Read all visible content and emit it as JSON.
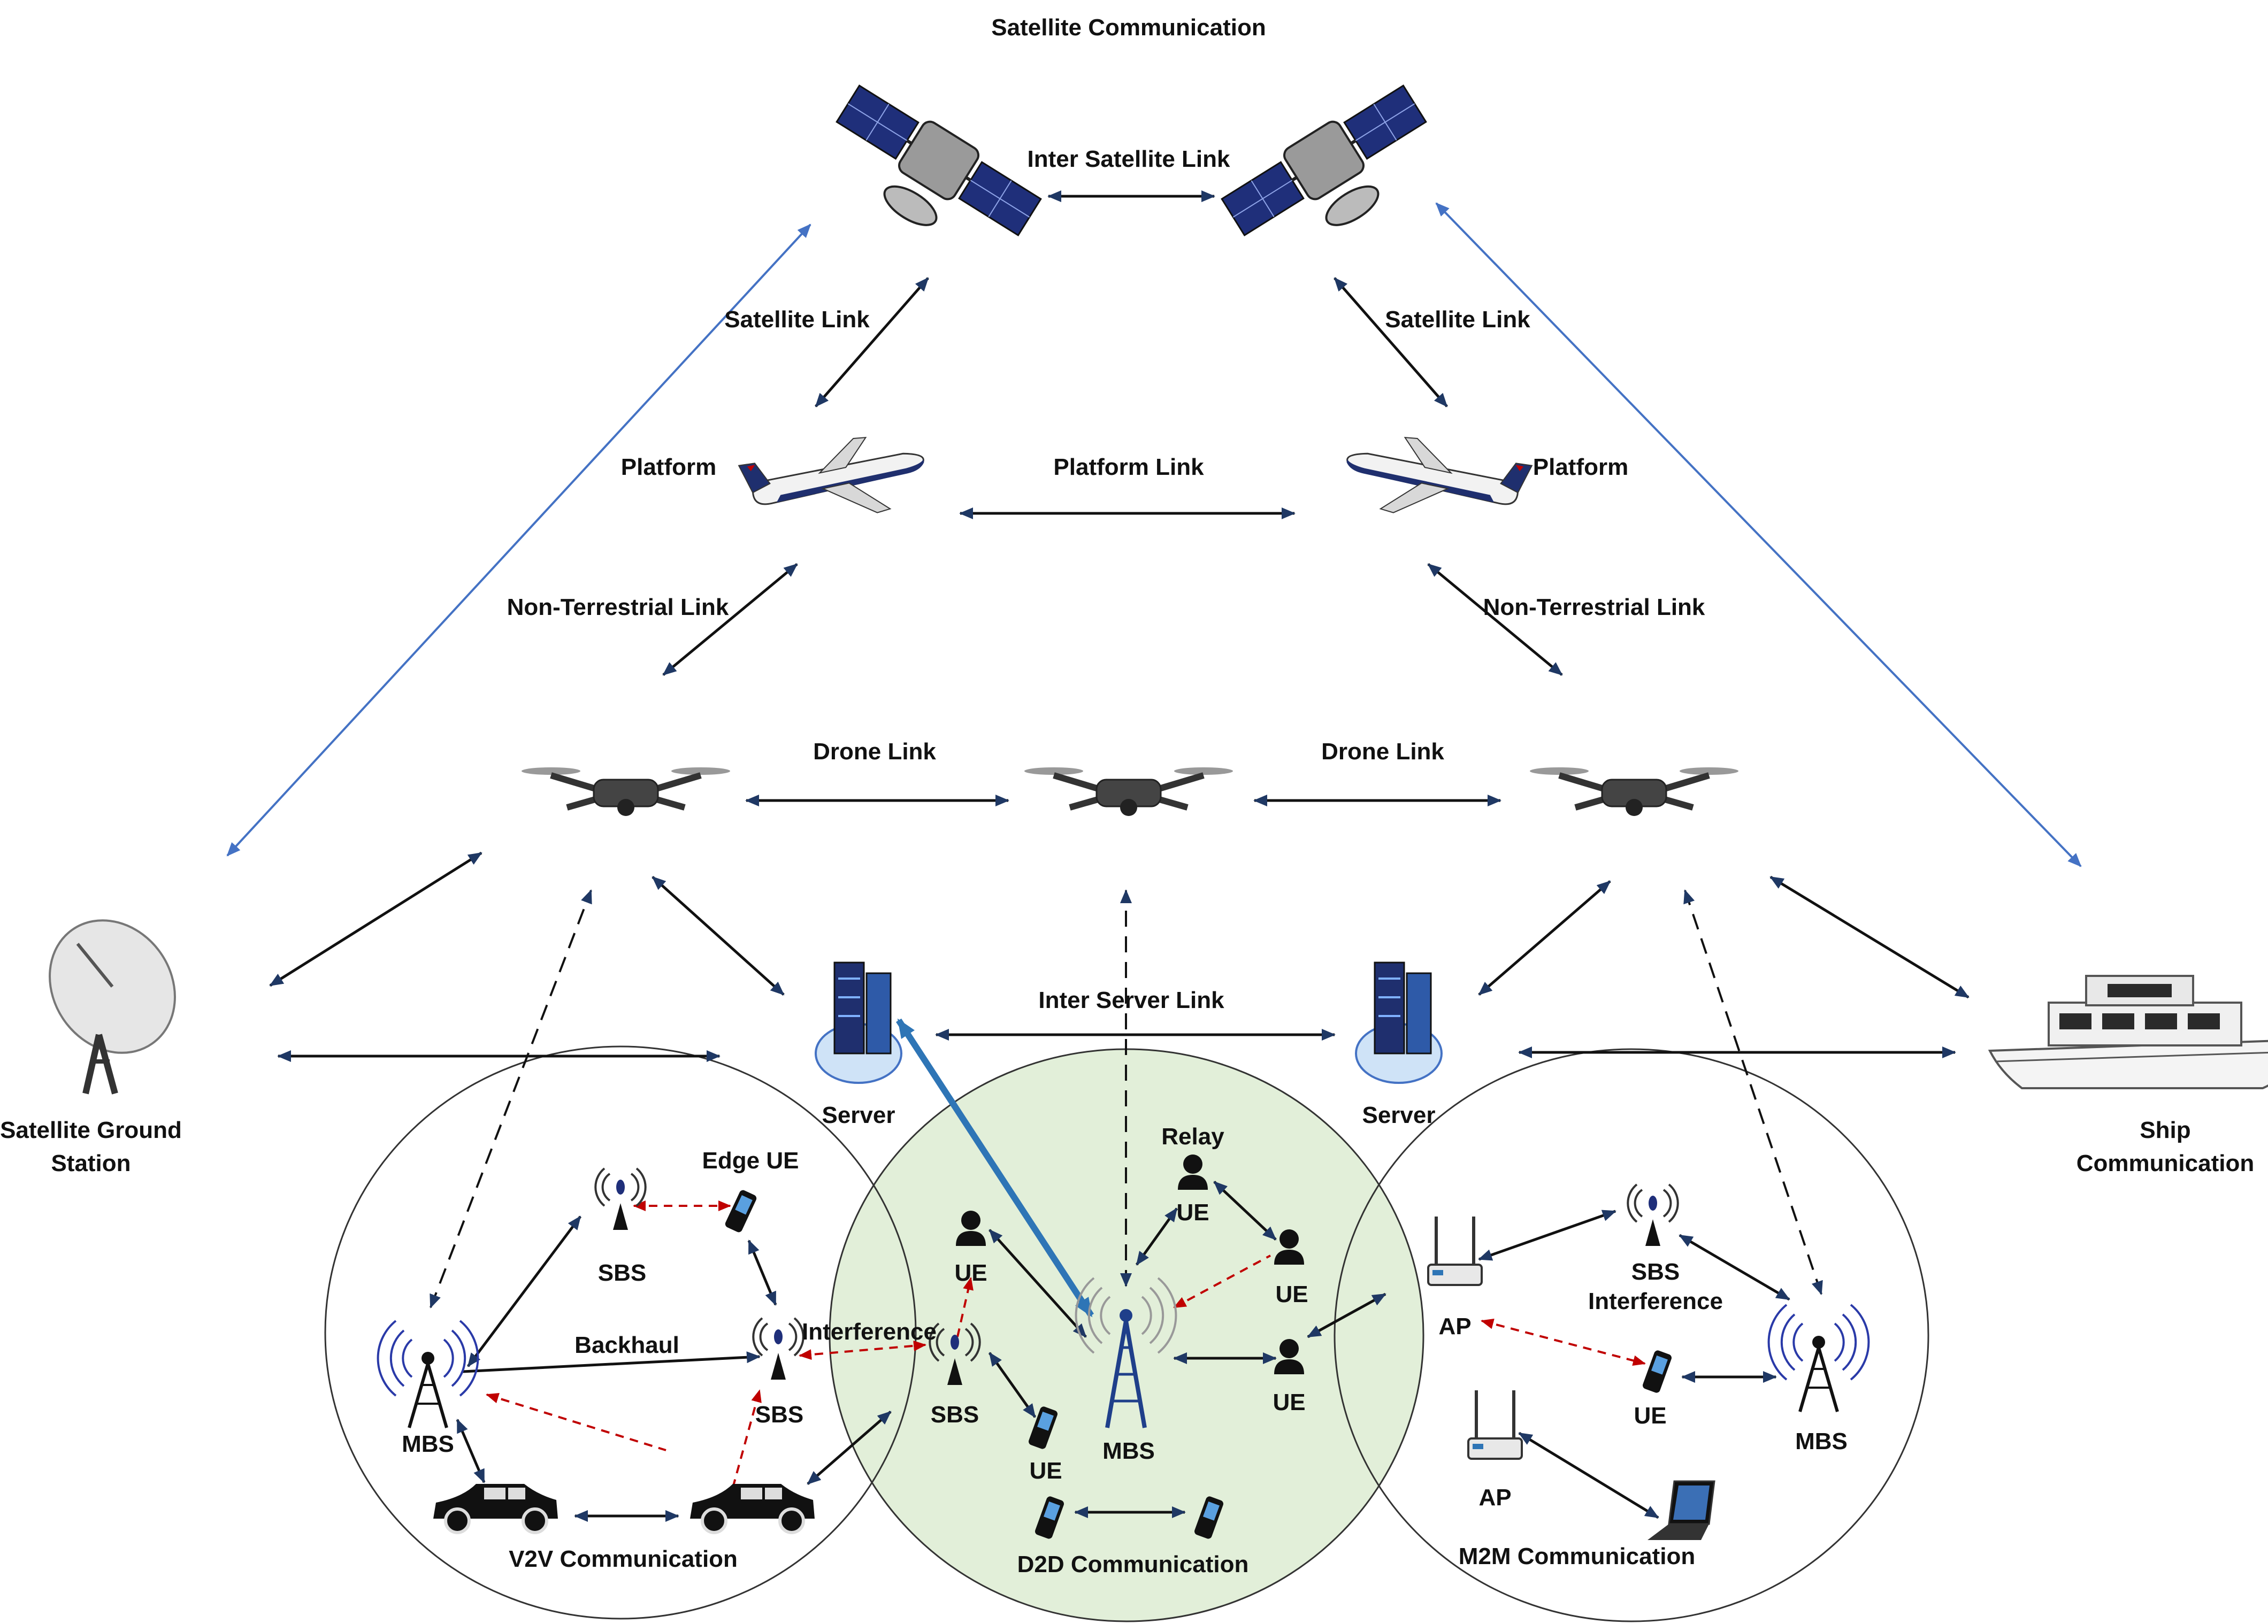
{
  "title": "Satellite Communication",
  "labels": {
    "inter_satellite_link": "Inter Satellite Link",
    "satellite_link_left": "Satellite Link",
    "satellite_link_right": "Satellite Link",
    "platform_left": "Platform",
    "platform_right": "Platform",
    "platform_link": "Platform Link",
    "non_terrestrial_left": "Non-Terrestrial Link",
    "non_terrestrial_right": "Non-Terrestrial Link",
    "drone_link_left": "Drone Link",
    "drone_link_right": "Drone Link",
    "inter_server_link": "Inter Server Link",
    "server_left": "Server",
    "server_right": "Server",
    "ground_station_line1": "Satellite Ground",
    "ground_station_line2": "Station",
    "ship_line1": "Ship",
    "ship_line2": "Communication",
    "edge_ue": "Edge UE",
    "sbs_top": "SBS",
    "sbs_mid": "SBS",
    "backhaul": "Backhaul",
    "interference": "Interference",
    "mbs_left": "MBS",
    "v2v": "V2V Communication",
    "relay": "Relay",
    "ue_relay": "UE",
    "ue_d2d_top_left": "UE",
    "ue_d2d_right_top": "UE",
    "ue_d2d_right_bottom": "UE",
    "sbs_d2d": "SBS",
    "ue_d2d_bottom": "UE",
    "mbs_center": "MBS",
    "d2d": "D2D Communication",
    "ap_top": "AP",
    "sbs_interference_line1": "SBS",
    "sbs_interference_line2": "Interference",
    "ue_m2m": "UE",
    "mbs_right": "MBS",
    "ap_bottom": "AP",
    "m2m": "M2M Communication"
  },
  "colors": {
    "link_black": "#111111",
    "link_blue": "#4472c4",
    "backhaul_blue": "#2e75b6",
    "interference_red": "#c00000",
    "d2d_fill": "#e2efd9",
    "antenna_blue": "#2a3aa8"
  }
}
